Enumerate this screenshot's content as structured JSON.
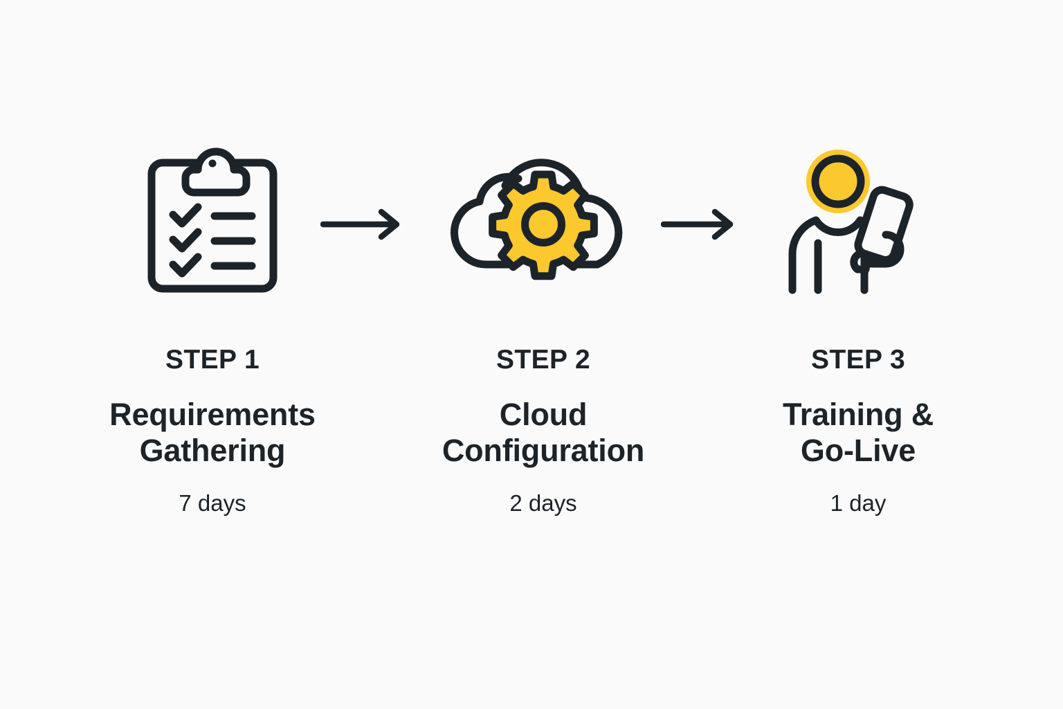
{
  "theme": {
    "background": "#fafafa",
    "ink": "#1c2329",
    "accent_yellow": "#fbc82e"
  },
  "process": {
    "steps": [
      {
        "id": "step-1",
        "icon": "clipboard-checklist-icon",
        "label": "STEP 1",
        "title_line_1": "Requirements",
        "title_line_2": "Gathering",
        "duration": "7 days"
      },
      {
        "id": "step-2",
        "icon": "cloud-gear-icon",
        "label": "STEP 2",
        "title_line_1": "Cloud",
        "title_line_2": "Configuration",
        "duration": "2 days"
      },
      {
        "id": "step-3",
        "icon": "person-with-phone-icon",
        "label": "STEP 3",
        "title_line_1": "Training &",
        "title_line_2": "Go-Live",
        "duration": "1 day"
      }
    ],
    "connectors": [
      {
        "id": "arrow-1",
        "icon": "arrow-right-icon"
      },
      {
        "id": "arrow-2",
        "icon": "arrow-right-icon"
      }
    ]
  }
}
